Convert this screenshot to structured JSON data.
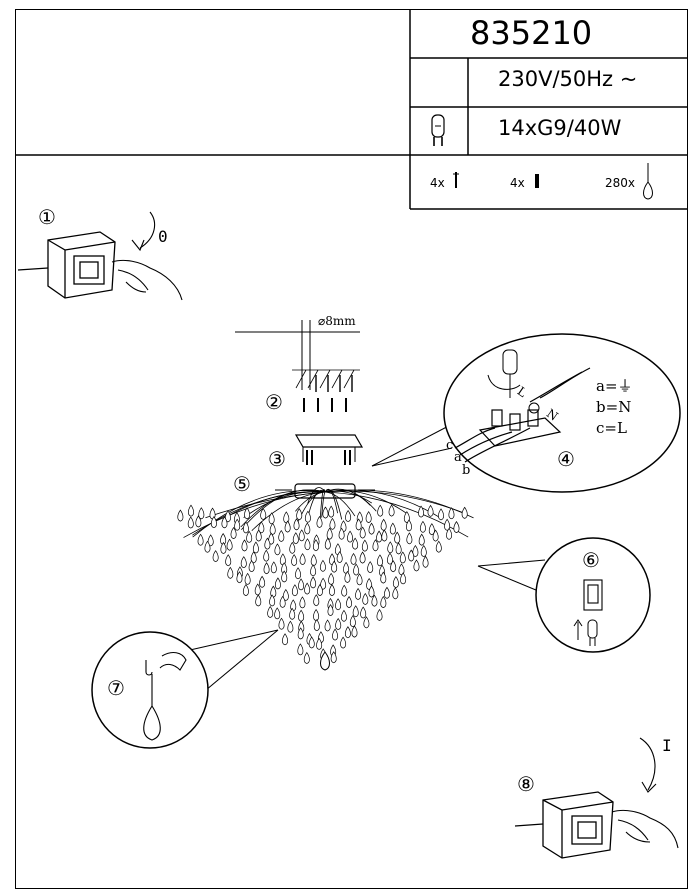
{
  "header": {
    "article_number": "835210",
    "voltage": "230V/50Hz ~",
    "bulbs": "14xG9/40W"
  },
  "parts": [
    {
      "qty": "4x",
      "icon": "screw-icon"
    },
    {
      "qty": "4x",
      "icon": "wall-plug-icon"
    },
    {
      "qty": "280x",
      "icon": "crystal-drop-icon"
    }
  ],
  "dimensions": {
    "drill_diameter": "⌀8mm"
  },
  "switch_off": {
    "step": "①",
    "label": "0"
  },
  "switch_on": {
    "step": "⑧",
    "label": "I"
  },
  "steps": {
    "s2": "②",
    "s3": "③",
    "s4": "④",
    "s5": "⑤",
    "s6": "⑥",
    "s7": "⑦"
  },
  "wiring": {
    "wire_labels": [
      "c",
      "a",
      "b"
    ],
    "terminal_L": "L",
    "terminal_N": "N",
    "legend": [
      {
        "key": "a",
        "eq": "=",
        "value": "⏚"
      },
      {
        "key": "b",
        "eq": "=",
        "value": "N"
      },
      {
        "key": "c",
        "eq": "=",
        "value": "L"
      }
    ]
  }
}
